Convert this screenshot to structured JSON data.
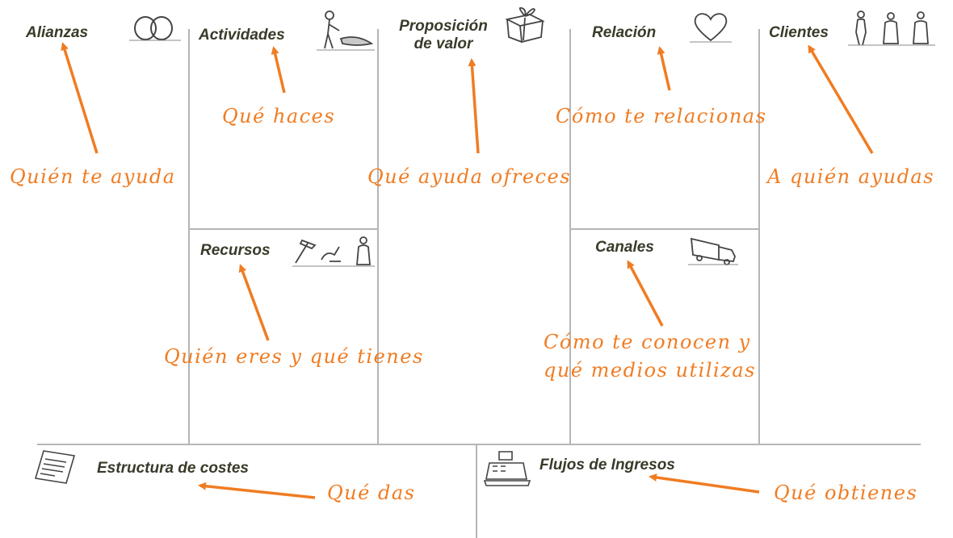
{
  "blocks": {
    "alianzas": {
      "title": "Alianzas",
      "hint": "Quién te ayuda"
    },
    "actividades": {
      "title": "Actividades",
      "hint": "Qué haces"
    },
    "propuesta": {
      "title_line1": "Proposición",
      "title_line2": "de valor",
      "hint": "Qué ayuda ofreces"
    },
    "relacion": {
      "title": "Relación",
      "hint": "Cómo te relacionas"
    },
    "clientes": {
      "title": "Clientes",
      "hint": "A quién ayudas"
    },
    "recursos": {
      "title": "Recursos",
      "hint": "Quién eres y qué tienes"
    },
    "canales": {
      "title": "Canales",
      "hint_line1": "Cómo te conocen y",
      "hint_line2": "qué medios utilizas"
    },
    "costes": {
      "title": "Estructura de costes",
      "hint": "Qué das"
    },
    "ingresos": {
      "title": "Flujos de Ingresos",
      "hint": "Qué obtienes"
    }
  },
  "colors": {
    "accent": "#f07c22",
    "grid": "#b5b5b5",
    "title": "#3a3a2a"
  },
  "icons": [
    "rings-icon",
    "worker-icon",
    "gift-icon",
    "heart-icon",
    "people-icon",
    "tools-icon",
    "truck-icon",
    "receipt-icon",
    "cash-register-icon"
  ]
}
